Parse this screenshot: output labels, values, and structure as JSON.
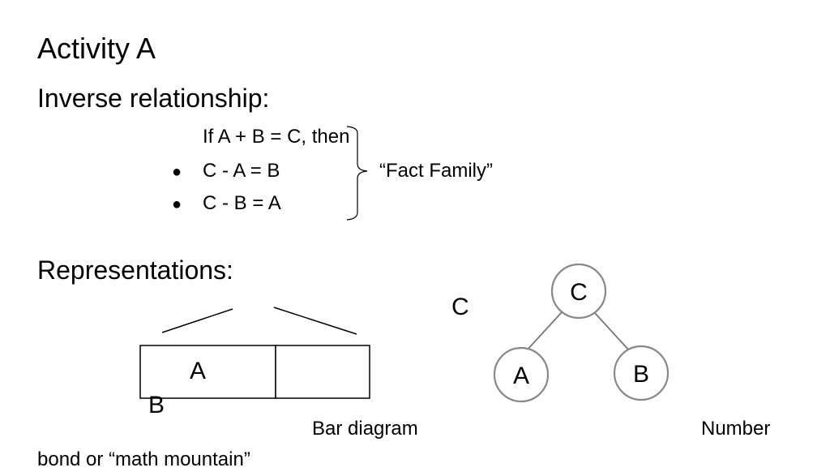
{
  "slide": {
    "title": "Activity A",
    "subtitle": "Inverse relationship:",
    "statement": "If A + B = C, then",
    "bullets": [
      "C - A = B",
      "C - B = A"
    ],
    "bullet_glyph": "●",
    "brace_label": "“Fact Family”",
    "representations_heading": "Representations:"
  },
  "bar_diagram": {
    "part_label_a": "A",
    "part_label_b": "B",
    "whole_label": "C",
    "caption": "Bar diagram"
  },
  "number_bond": {
    "top": "C",
    "left": "A",
    "right": "B",
    "caption_line1": "Number",
    "caption_line2": "bond or “math mountain”"
  }
}
